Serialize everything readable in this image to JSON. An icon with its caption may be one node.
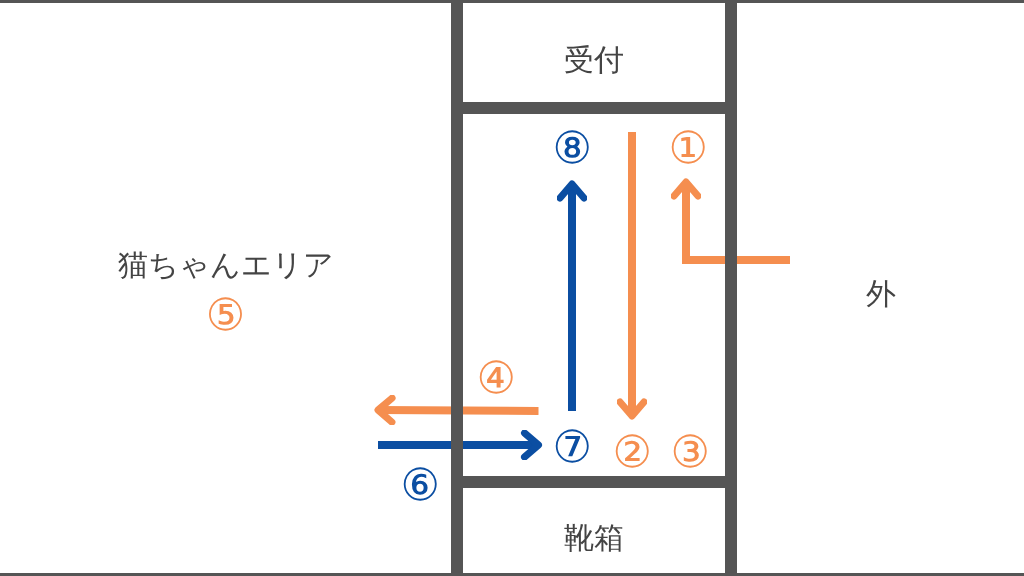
{
  "diagram": {
    "nodes": [
      {
        "text": [
          "受付"
        ]
      },
      {
        "text": [],
        "shape": "box"
      },
      {
        "text": [
          "猫ちゃんエリア"
        ],
        "beside": [
          "⑤"
        ]
      },
      {
        "text": [
          "外"
        ]
      },
      {
        "text": [
          "靴箱"
        ]
      },
      {
        "text": [
          "①"
        ],
        "in": 1
      },
      {
        "text": [
          "②"
        ],
        "in": 1
      },
      {
        "text": [
          "③"
        ],
        "in": 1
      },
      {
        "text": [
          "⑦"
        ],
        "in": 1
      },
      {
        "text": [
          "⑧"
        ],
        "in": 1
      }
    ],
    "edges": [
      {
        "from": null,
        "to": 5,
        "arrow": "to"
      },
      {
        "from": null,
        "to": 6,
        "arrow": "to"
      },
      {
        "from": 8,
        "to": null,
        "arrow": "to",
        "label": "④"
      },
      {
        "from": null,
        "to": 8,
        "arrow": "to",
        "label": "⑥",
        "color": "#0b4ea2"
      },
      {
        "from": 8,
        "to": 9,
        "arrow": "to",
        "color": "#0b4ea2"
      }
    ]
  }
}
